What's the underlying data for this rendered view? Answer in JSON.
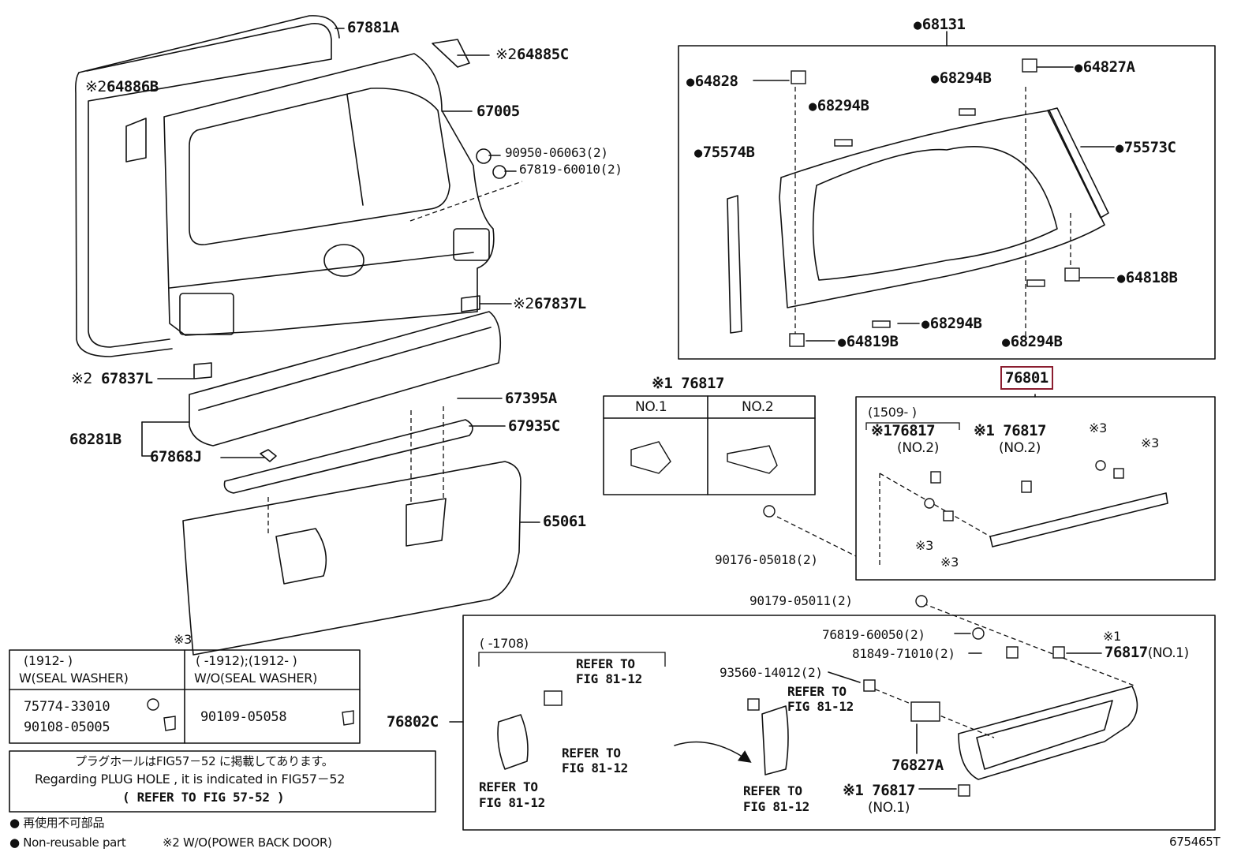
{
  "parts": {
    "p67881A": "67881A",
    "p64885C_pre": "※2",
    "p64885C": "64885C",
    "p64886B_pre": "※2",
    "p64886B": "64886B",
    "p67005": "67005",
    "p9095006063": "90950-06063(2)",
    "p6781960010": "67819-60010(2)",
    "p67837L_r_pre": "※2",
    "p67837L_r": "67837L",
    "p67837L_l_pre": "※2",
    "p67837L_l": "67837L",
    "p67395A": "67395A",
    "p68281B": "68281B",
    "p67935C": "67935C",
    "p67868J": "67868J",
    "p65061": "65061",
    "p76802C": "76802C",
    "p68131": "68131",
    "p64828": "64828",
    "p68294B_a": "68294B",
    "p64827A": "64827A",
    "p68294B_b": "68294B",
    "p75574B": "75574B",
    "p75573C": "75573C",
    "p64818B": "64818B",
    "p68294B_c": "68294B",
    "p64819B": "64819B",
    "p68294B_d": "68294B",
    "p76817_head": "※1 76817",
    "p76801": "76801",
    "p9017605018": "90176-05018(2)",
    "p9017905011": "90179-05011(2)",
    "p7681960050": "76819-60050(2)",
    "p8184971010": "81849-71010(2)",
    "p76817_r_pre": "※1",
    "p76817_r": "76817",
    "p76817_r_suf": "(NO.1)",
    "p9356014012": "93560-14012(2)",
    "p76827A": "76827A",
    "p76817_b": "※1 76817",
    "p76817_b_suf": "(NO.1)"
  },
  "clip_table": {
    "col1": "NO.1",
    "col2": "NO.2"
  },
  "inset_76801": {
    "date": "(1509-     )",
    "c1": "※176817",
    "c1n": "(NO.2)",
    "c2": "※1 76817",
    "c2n": "(NO.2)",
    "s1": "※3",
    "s2": "※3",
    "s3": "※3",
    "s4": "※3"
  },
  "inset_76802C": {
    "date": "(     -1708)",
    "ref1a": "REFER TO",
    "ref1b": "FIG 81-12",
    "ref2a": "REFER TO",
    "ref2b": "FIG 81-12",
    "ref3a": "REFER TO",
    "ref3b": "FIG 81-12",
    "ref4a": "REFER TO",
    "ref4b": "FIG 81-12",
    "ref5a": "REFER TO",
    "ref5b": "FIG 81-12"
  },
  "washer_table": {
    "mark": "※3",
    "h1a": "(1912-     )",
    "h1b": "W(SEAL WASHER)",
    "h2a": "(     -1912);(1912-     )",
    "h2b": "W/O(SEAL WASHER)",
    "r1": "75774-33010",
    "r2": "90108-05005",
    "r3": "90109-05058"
  },
  "note": {
    "jp": "プラグホールはFIG57－52 に掲載してあります。",
    "en": "Regarding PLUG HOLE , it is indicated in FIG57－52",
    "ref": "(    REFER TO FIG 57-52  )"
  },
  "legend": {
    "jp": "● 再使用不可部品",
    "en": "● Non-reusable part",
    "note2": "※2 W/O(POWER BACK DOOR)"
  },
  "fig_id": "675465T",
  "colors": {
    "highlight": "#8b1d2f",
    "line": "#111111"
  }
}
